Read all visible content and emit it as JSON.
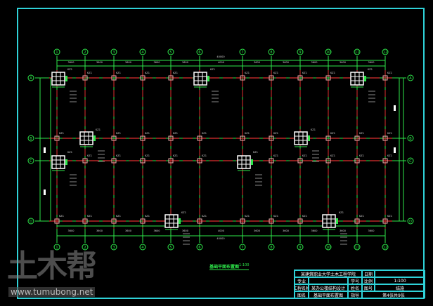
{
  "drawing": {
    "axes_x": [
      "1",
      "2",
      "3",
      "4",
      "5",
      "6",
      "7",
      "8",
      "9",
      "10",
      "11",
      "12"
    ],
    "axes_y": [
      "A",
      "B",
      "C",
      "D"
    ],
    "column_label": "KZ1",
    "span_dim": "3600",
    "mid_dim": "4000",
    "total_dim": "40000",
    "title": "基础平面布置图",
    "scale": "1:100"
  },
  "title_block": {
    "school": "某建筑职业大学土木工程学院",
    "date_label": "日期",
    "date_value": "",
    "major_label": "专业",
    "major_value": "",
    "student_label": "学号",
    "student_value": "",
    "scale_label": "比例",
    "scale_value": "1:100",
    "project_label": "工程名称",
    "project_value": "某办公楼结构设计",
    "name_label": "姓名",
    "name_value": "",
    "drawing_no_label": "图号",
    "drawing_no_value": "结施",
    "drawing_label": "图名",
    "drawing_value": "基础平面布置图",
    "teacher_label": "指导",
    "teacher_value": "",
    "sheet": "第4张共9张"
  },
  "watermark": {
    "logo": "土木帮",
    "url": "www.tumubong.net"
  },
  "colors": {
    "axis": "#2ee84a",
    "column": "#e03030",
    "frame": "#2fd2d8"
  }
}
